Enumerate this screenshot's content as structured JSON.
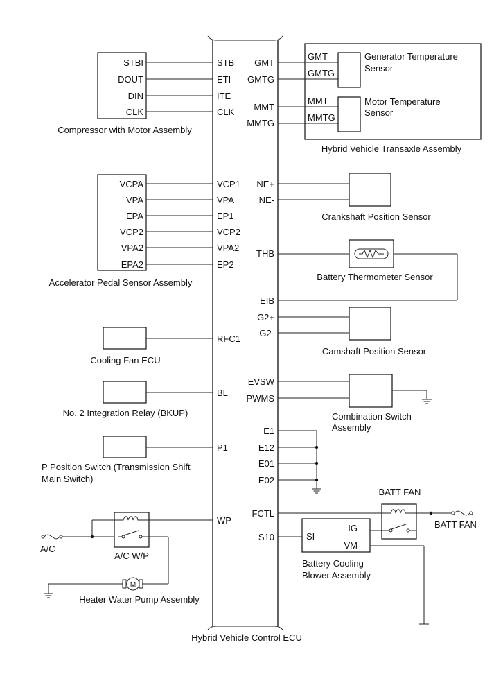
{
  "ecu": {
    "name": "Hybrid Vehicle Control ECU",
    "left_pins": [
      "STB",
      "ETI",
      "ITE",
      "CLK",
      "VCP1",
      "VPA",
      "EP1",
      "VCP2",
      "VPA2",
      "EP2",
      "RFC1",
      "BL",
      "P1",
      "WP"
    ],
    "right_pins": [
      "GMT",
      "GMTG",
      "MMT",
      "MMTG",
      "NE+",
      "NE-",
      "THB",
      "EIB",
      "G2+",
      "G2-",
      "EVSW",
      "PWMS",
      "E1",
      "E12",
      "E01",
      "E02",
      "FCTL",
      "S10"
    ]
  },
  "compressor": {
    "name": "Compressor with Motor Assembly",
    "pins": [
      "STBI",
      "DOUT",
      "DIN",
      "CLK"
    ]
  },
  "accel_pedal": {
    "name": "Accelerator Pedal Sensor Assembly",
    "pins": [
      "VCPA",
      "VPA",
      "EPA",
      "VCP2",
      "VPA2",
      "EPA2"
    ]
  },
  "cooling_fan": {
    "name": "Cooling Fan ECU"
  },
  "integration_relay": {
    "name": "No. 2 Integration Relay (BKUP)"
  },
  "p_switch": {
    "name_line1": "P Position Switch (Transmission Shift",
    "name_line2": "Main Switch)"
  },
  "ac": {
    "fuse_label": "A/C",
    "relay_label": "A/C W/P",
    "pump_name": "Heater Water Pump Assembly",
    "motor_symbol": "M"
  },
  "transaxle": {
    "name": "Hybrid Vehicle Transaxle Assembly",
    "gen_pins": [
      "GMT",
      "GMTG"
    ],
    "gen_sensor_line1": "Generator Temperature",
    "gen_sensor_line2": "Sensor",
    "mot_pins": [
      "MMT",
      "MMTG"
    ],
    "mot_sensor_line1": "Motor Temperature",
    "mot_sensor_line2": "Sensor"
  },
  "crankshaft": {
    "name": "Crankshaft Position Sensor"
  },
  "battery_thermo": {
    "name": "Battery Thermometer Sensor"
  },
  "camshaft": {
    "name": "Camshaft Position Sensor"
  },
  "combination_switch": {
    "name_line1": "Combination Switch",
    "name_line2": "Assembly"
  },
  "batt_fan": {
    "relay_label": "BATT FAN",
    "fuse_label": "BATT FAN",
    "blower_pins": [
      "SI",
      "IG",
      "VM"
    ],
    "blower_name_line1": "Battery Cooling",
    "blower_name_line2": "Blower Assembly"
  }
}
